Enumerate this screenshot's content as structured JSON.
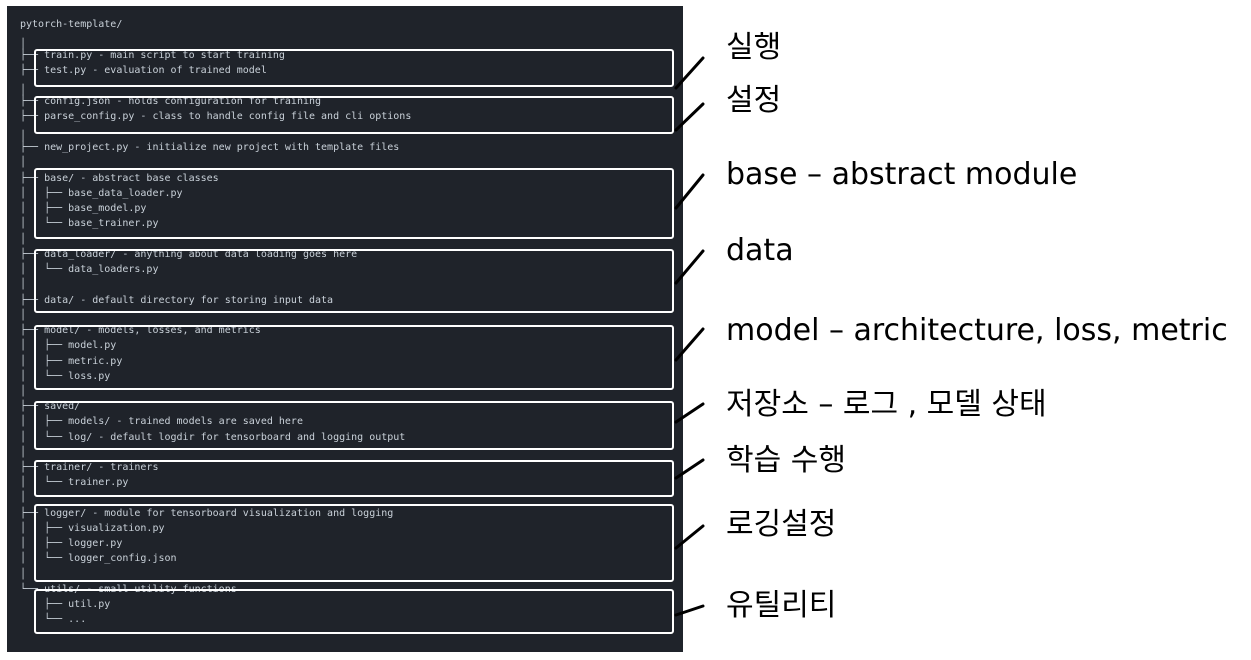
{
  "tree": [
    "pytorch-template/",
    "│",
    "├── train.py - main script to start training",
    "├── test.py - evaluation of trained model",
    "│",
    "├── config.json - holds configuration for training",
    "├── parse_config.py - class to handle config file and cli options",
    "│",
    "├── new_project.py - initialize new project with template files",
    "│",
    "├── base/ - abstract base classes",
    "│   ├── base_data_loader.py",
    "│   ├── base_model.py",
    "│   └── base_trainer.py",
    "│",
    "├── data_loader/ - anything about data loading goes here",
    "│   └── data_loaders.py",
    "│",
    "├── data/ - default directory for storing input data",
    "│",
    "├── model/ - models, losses, and metrics",
    "│   ├── model.py",
    "│   ├── metric.py",
    "│   └── loss.py",
    "│",
    "├── saved/",
    "│   ├── models/ - trained models are saved here",
    "│   └── log/ - default logdir for tensorboard and logging output",
    "│",
    "├── trainer/ - trainers",
    "│   └── trainer.py",
    "│",
    "├── logger/ - module for tensorboard visualization and logging",
    "│   ├── visualization.py",
    "│   ├── logger.py",
    "│   └── logger_config.json",
    "│",
    "└── utils/ - small utility functions",
    "    ├── util.py",
    "    └── ..."
  ],
  "labels": [
    "실행",
    "설정",
    "base – abstract module",
    "data",
    "model – architecture, loss, metric",
    "저장소 – 로그 , 모델 상태",
    "학습 수행",
    "로깅설정",
    "유틸리티"
  ],
  "colors": {
    "panel": "#1f232a",
    "text": "#c9d1d9",
    "box": "#ffffff",
    "label": "#000000"
  }
}
